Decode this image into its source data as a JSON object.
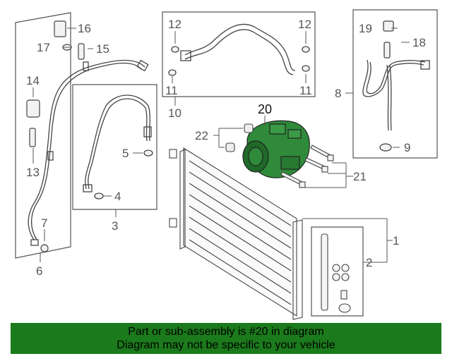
{
  "callouts": {
    "c1": "1",
    "c2": "2",
    "c3": "3",
    "c4": "4",
    "c5": "5",
    "c6": "6",
    "c7": "7",
    "c8": "8",
    "c9": "9",
    "c10": "10",
    "c11a": "11",
    "c11b": "11",
    "c12a": "12",
    "c12b": "12",
    "c13": "13",
    "c14": "14",
    "c15": "15",
    "c16": "16",
    "c17": "17",
    "c18": "18",
    "c19": "19",
    "c20": "20",
    "c21": "21",
    "c22": "22"
  },
  "banner": {
    "line1": "Part or sub-assembly is #20 in diagram",
    "line2": "Diagram may not be specific to your vehicle"
  },
  "colors": {
    "banner_bg": "#1b7a1b",
    "highlight_part": "#2f8a3a",
    "line": "#555555"
  }
}
